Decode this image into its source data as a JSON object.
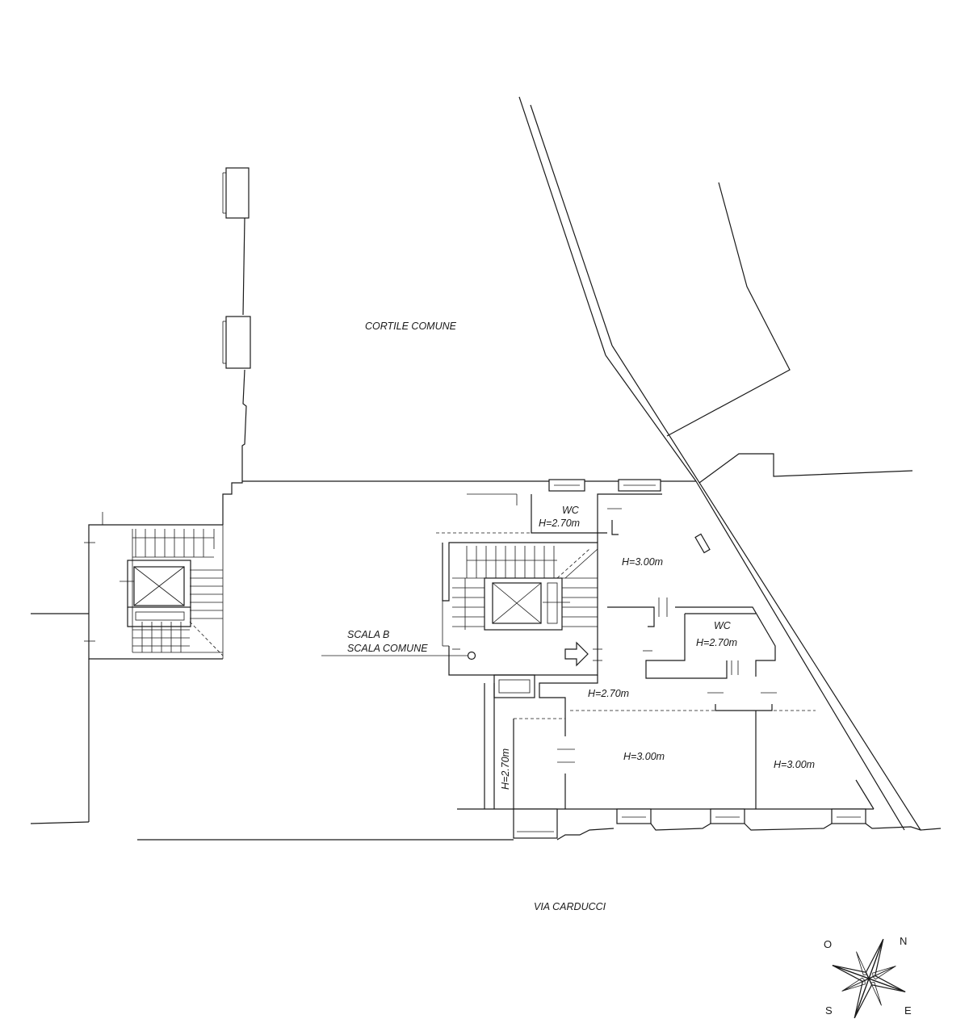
{
  "labels": {
    "courtyard": "CORTILE COMUNE",
    "stair_name": "SCALA B",
    "stair_common": "SCALA COMUNE",
    "street": "VIA CARDUCCI",
    "wc_top": "WC",
    "wc_top_height": "H=2.70m",
    "room_top_height": "H=3.00m",
    "wc_mid": "WC",
    "wc_mid_height": "H=2.70m",
    "corridor_height": "H=2.70m",
    "room_bottom_height": "H=3.00m",
    "room_right_height": "H=3.00m",
    "corridor_vertical_height": "H=2.70m"
  },
  "compass": {
    "north": "N",
    "west": "O",
    "south": "S",
    "east": "E"
  }
}
